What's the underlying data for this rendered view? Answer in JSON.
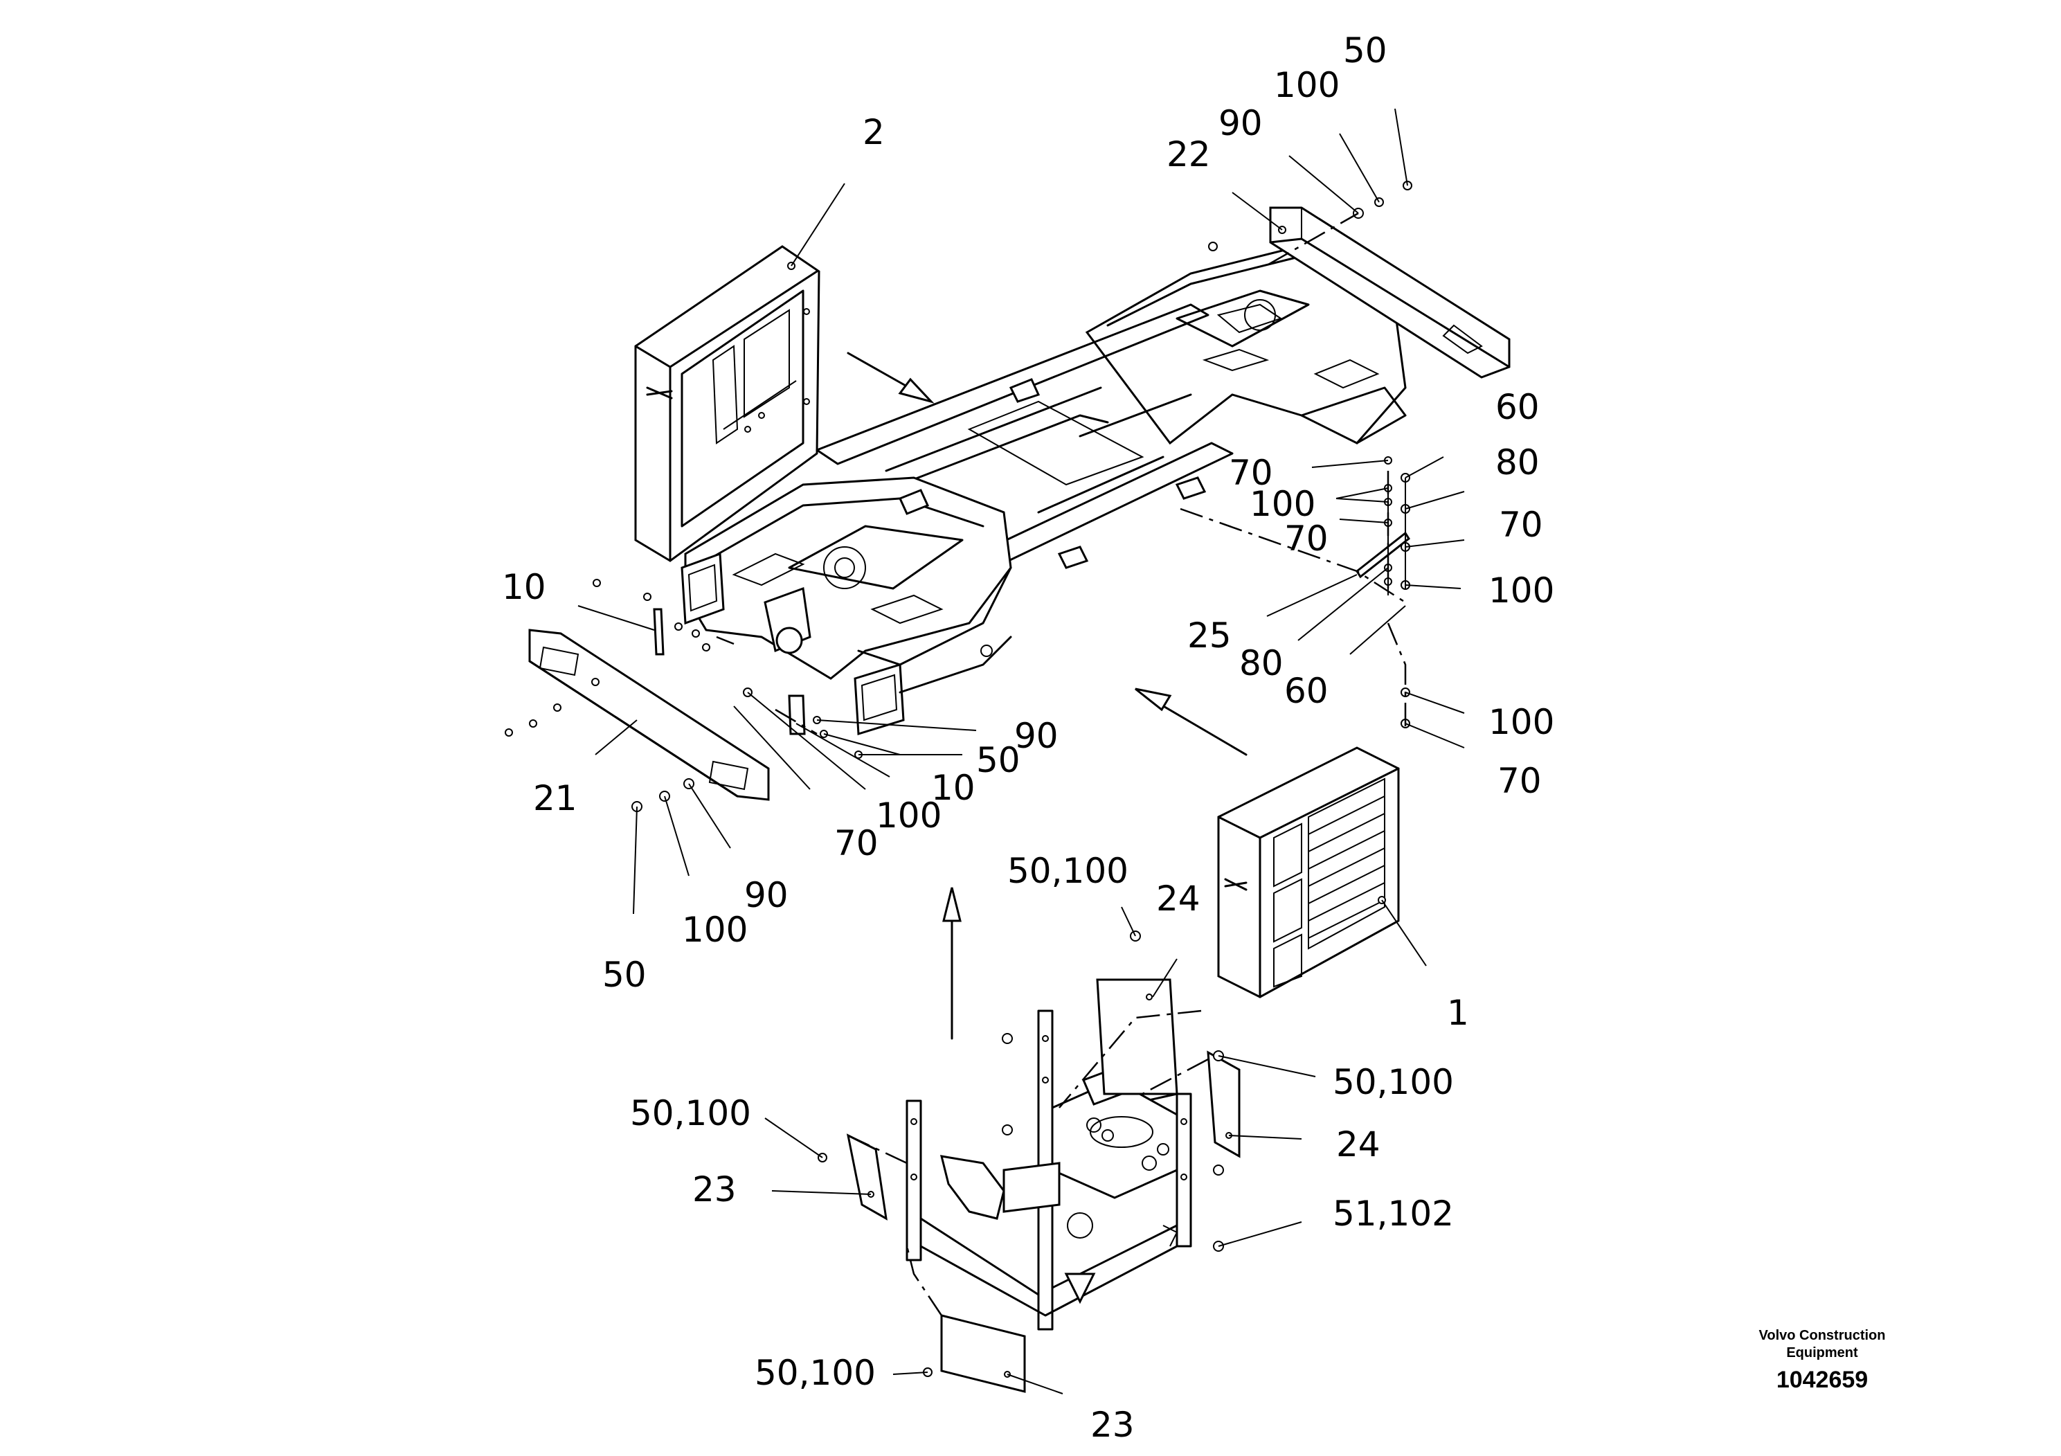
{
  "callouts": {
    "c2": "2",
    "c22": "22",
    "c90_top": "90",
    "c100_top": "100",
    "c50_top": "50",
    "c60_a": "60",
    "c80_a": "80",
    "c70_a": "70",
    "c100_a": "100",
    "c70_r1": "70",
    "c100_r1": "100",
    "c70_r2": "70",
    "c25": "25",
    "c80_b": "80",
    "c60_b": "60",
    "c100_b": "100",
    "c70_b": "70",
    "c10_left": "10",
    "c21": "21",
    "c50_mid": "50",
    "c90_mid": "90",
    "c10_mid": "10",
    "c100_mid": "100",
    "c70_mid": "70",
    "c90_low": "90",
    "c100_low": "100",
    "c50_low": "50",
    "c50_100_top": "50,100",
    "c24_top": "24",
    "c1": "1",
    "c50_100_right": "50,100",
    "c24_right": "24",
    "c51_102": "51,102",
    "c50_100_left": "50,100",
    "c23_left": "23",
    "c50_100_bottom": "50,100",
    "c23_bottom": "23"
  },
  "footer": {
    "brand_line1": "Volvo Construction",
    "brand_line2": "Equipment",
    "doc_number": "1042659"
  }
}
